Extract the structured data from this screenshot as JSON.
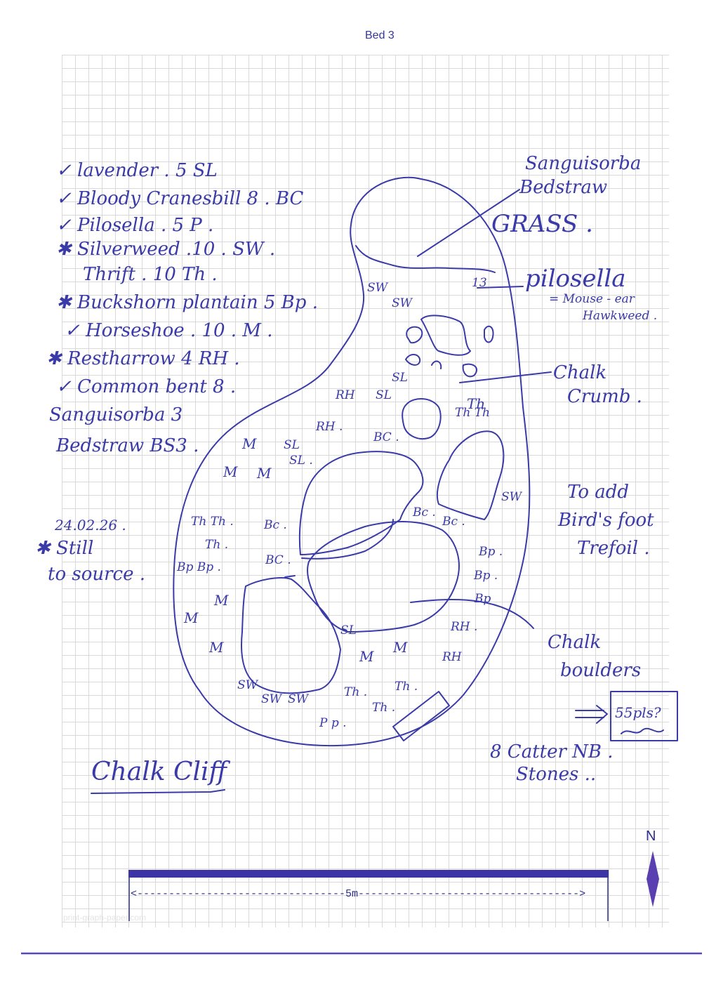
{
  "page": {
    "title": "Bed 3"
  },
  "planting_list": [
    "✓ lavender . 5 SL",
    "✓ Bloody Cranesbill 8 . BC",
    "✓ Pilosella . 5 P .",
    "✱ Silverweed .10 . SW .",
    "Thrift . 10 Th .",
    "✱ Buckshorn plantain 5 Bp .",
    "✓ Horseshoe . 10 . M .",
    "✱ Restharrow 4 RH .",
    "✓ Common bent 8 .",
    "Sanguisorba 3",
    "Bedstraw BS3 ."
  ],
  "date_note": {
    "date": "24.02.26 .",
    "line1": "✱ Still",
    "line2": "to source ."
  },
  "annotations": {
    "sanguisorba": "Sanguisorba",
    "bedstraw": "Bedstraw",
    "grass": "GRASS .",
    "pilosella": "pilosella",
    "mouse_ear_1": "= Mouse - ear",
    "mouse_ear_2": "Hawkweed .",
    "chalk_crumb_1": "Chalk",
    "chalk_crumb_2": "Crumb .",
    "to_add_1": "To add",
    "to_add_2": "Bird's foot",
    "to_add_3": "Trefoil .",
    "chalk_boulders_1": "Chalk",
    "chalk_boulders_2": "boulders",
    "boulder_count": "55pls?",
    "scatter_1": "8 Catter NB .",
    "scatter_2": "Stones ..",
    "chalk_cliff": "Chalk Cliff",
    "n13": "13"
  },
  "bed_labels": {
    "sw1": "SW",
    "sw2": "SW",
    "rh1": "RH",
    "sl1": "SL",
    "th1": "Th",
    "thth": "Th Th",
    "rh2": "RH .",
    "bc1": "BC .",
    "m1": "M",
    "sl2": "SL",
    "sl3": "SL .",
    "m2": "M",
    "m3": "M",
    "sw3": "SW",
    "bc2": "Bc .",
    "bc3": "Bc .",
    "thth2": "Th Th .",
    "bc4": "Bc .",
    "th2": "Th .",
    "bc5": "BC .",
    "bpbp": "Bp Bp .",
    "m4": "M",
    "m5": "M",
    "bp1": "Bp .",
    "bp2": "Bp .",
    "bp3": "Bp",
    "m6": "M",
    "sl4": "SL",
    "rh3": "RH .",
    "m7": "M",
    "m8": "M",
    "rh4": "RH",
    "sw4": "SW",
    "sw5": "SW",
    "sw6": "SW",
    "th3": "Th .",
    "th4": "Th .",
    "th5": "Th .",
    "pp": "P p ."
  },
  "scale": {
    "label": "<---------------------------------5m----------------------------------->",
    "bar_color": "#3b33a6"
  },
  "north": {
    "label": "N"
  },
  "watermark": "print-graph-paper.com",
  "colors": {
    "ink": "#3a3aa8",
    "rule": "#5548b8"
  }
}
